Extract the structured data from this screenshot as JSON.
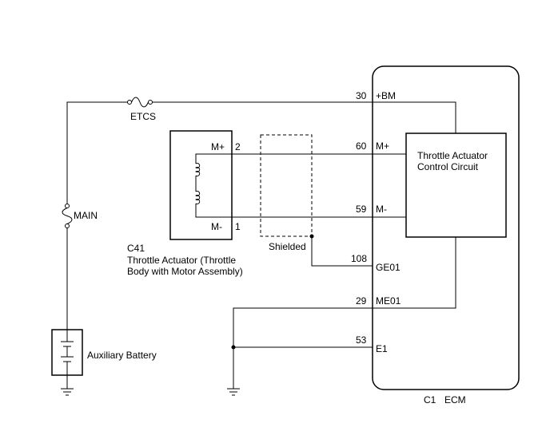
{
  "ecm": {
    "connector_label": "C1",
    "name": "ECM",
    "circuit_label_line1": "Throttle Actuator",
    "circuit_label_line2": "Control Circuit"
  },
  "pins": {
    "bm": {
      "number": "30",
      "name": "+BM"
    },
    "mplus": {
      "number": "60",
      "name": "M+"
    },
    "mminus": {
      "number": "59",
      "name": "M-"
    },
    "ge01": {
      "number": "108",
      "name": "GE01"
    },
    "me01": {
      "number": "29",
      "name": "ME01"
    },
    "e1": {
      "number": "53",
      "name": "E1"
    }
  },
  "actuator": {
    "connector": "C41",
    "name_line1": "Throttle Actuator (Throttle",
    "name_line2": "Body with Motor Assembly)",
    "pin_mplus_name": "M+",
    "pin_mplus_number": "2",
    "pin_mminus_name": "M-",
    "pin_mminus_number": "1"
  },
  "fuses": {
    "etcs": "ETCS",
    "main": "MAIN"
  },
  "shield_label": "Shielded",
  "battery_label": "Auxiliary Battery"
}
